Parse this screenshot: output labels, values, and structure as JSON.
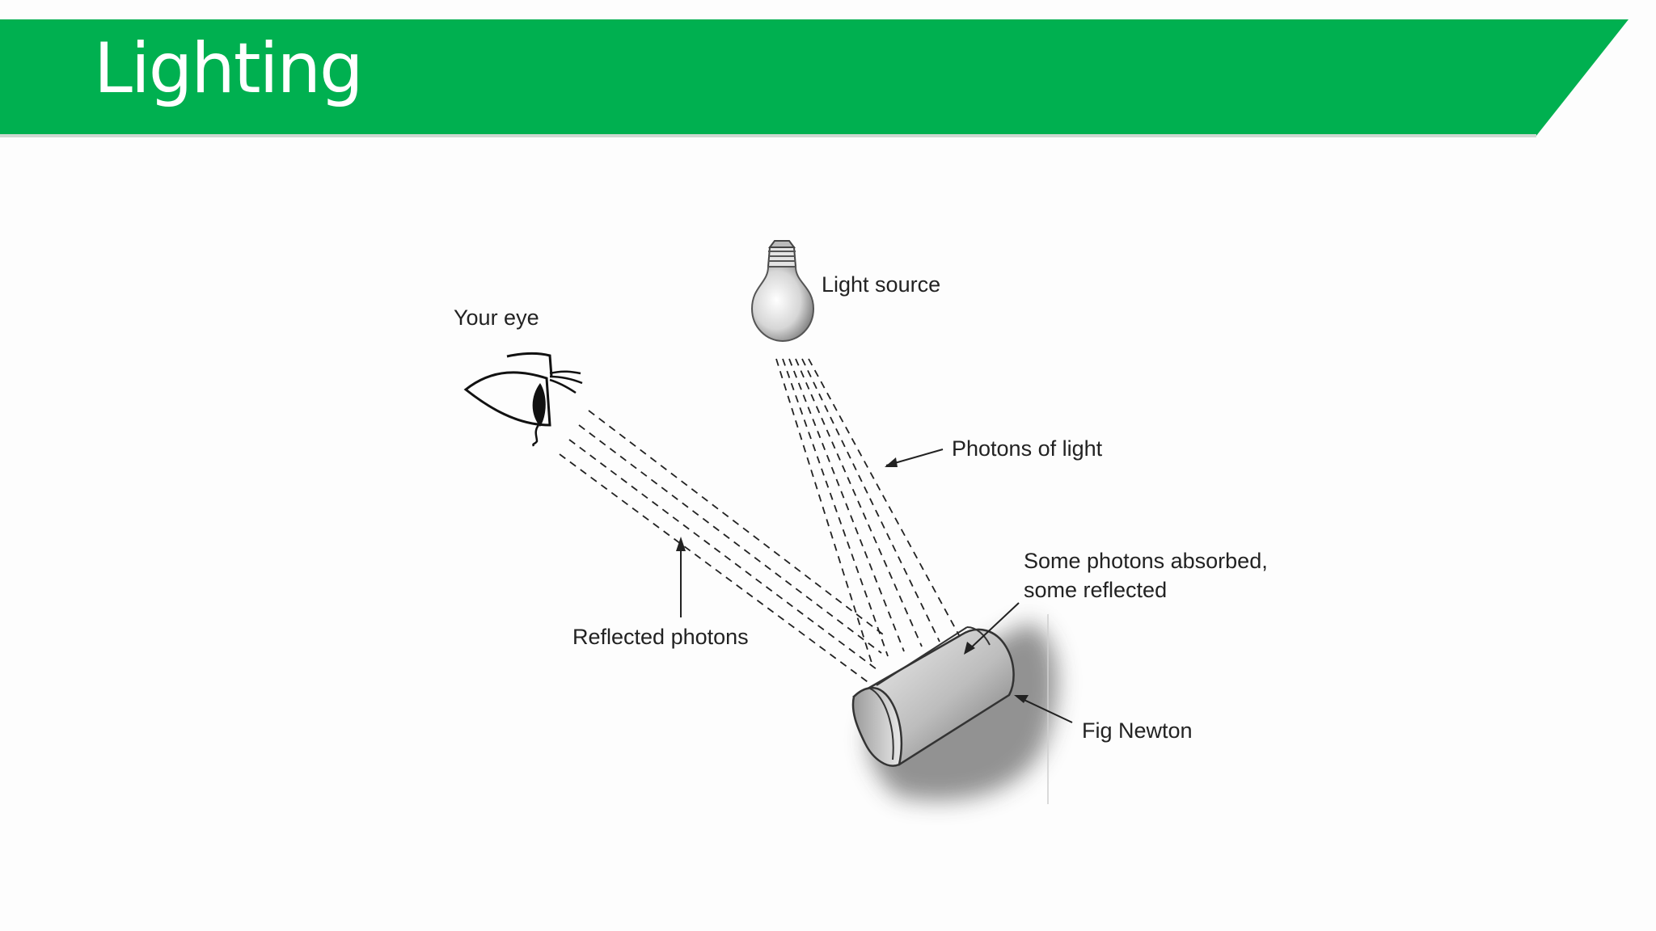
{
  "slide": {
    "title": "Lighting",
    "accent_color": "#00b050"
  },
  "diagram": {
    "labels": {
      "eye": "Your eye",
      "light_source": "Light source",
      "photons_of_light": "Photons of light",
      "absorbed_line1": "Some photons absorbed,",
      "absorbed_line2": "some reflected",
      "reflected_photons": "Reflected photons",
      "fig_newton": "Fig Newton"
    },
    "icons": [
      "eye-icon",
      "light-bulb-icon",
      "fig-newton-icon"
    ]
  }
}
